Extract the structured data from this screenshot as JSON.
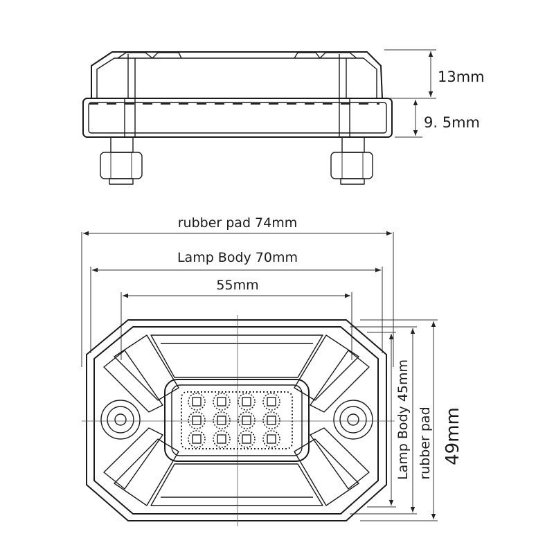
{
  "side_view": {
    "dim_top": "13mm",
    "dim_base": "9. 5mm"
  },
  "front_view": {
    "rubber_pad_width": "rubber pad  74mm",
    "lamp_body_width": "Lamp Body 70mm",
    "led_window_width": "55mm",
    "lamp_body_height": "Lamp Body 45mm",
    "rubber_pad_height": "rubber pad",
    "total_height": "49mm"
  }
}
